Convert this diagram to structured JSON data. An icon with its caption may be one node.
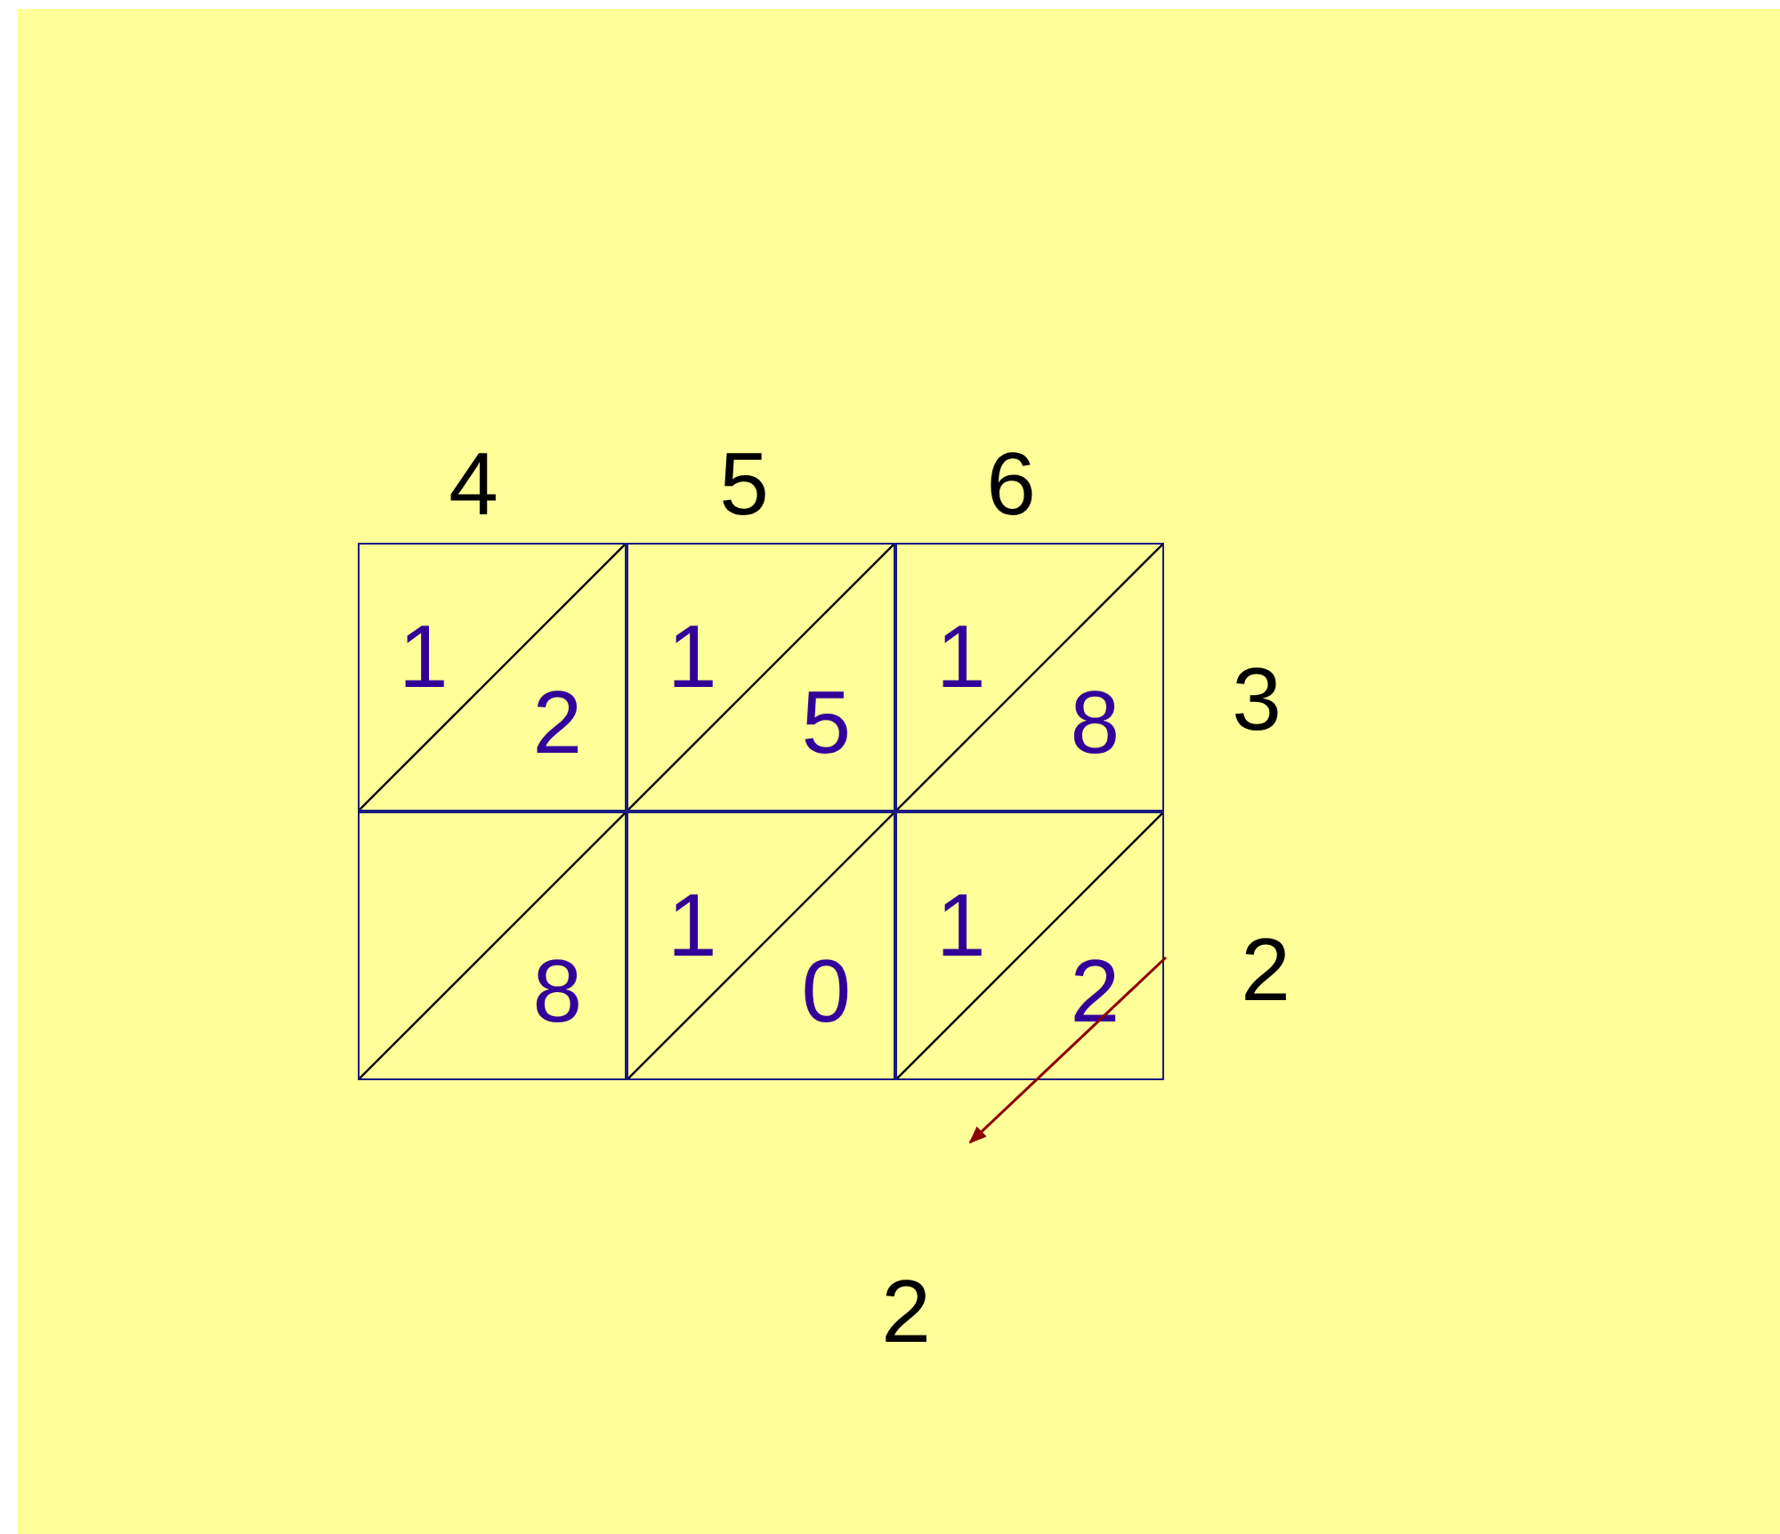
{
  "diagram": {
    "nodes": [
      {
        "text": [
          "1",
          "2"
        ]
      },
      {
        "text": [
          "1",
          "5"
        ]
      },
      {
        "text": [
          "1",
          "8"
        ]
      },
      {
        "text": [
          "8"
        ]
      },
      {
        "text": [
          "1",
          "0"
        ]
      },
      {
        "text": [
          "1",
          "2"
        ]
      }
    ],
    "labels": [
      "4",
      "5",
      "6",
      "3",
      "2",
      "2"
    ]
  }
}
